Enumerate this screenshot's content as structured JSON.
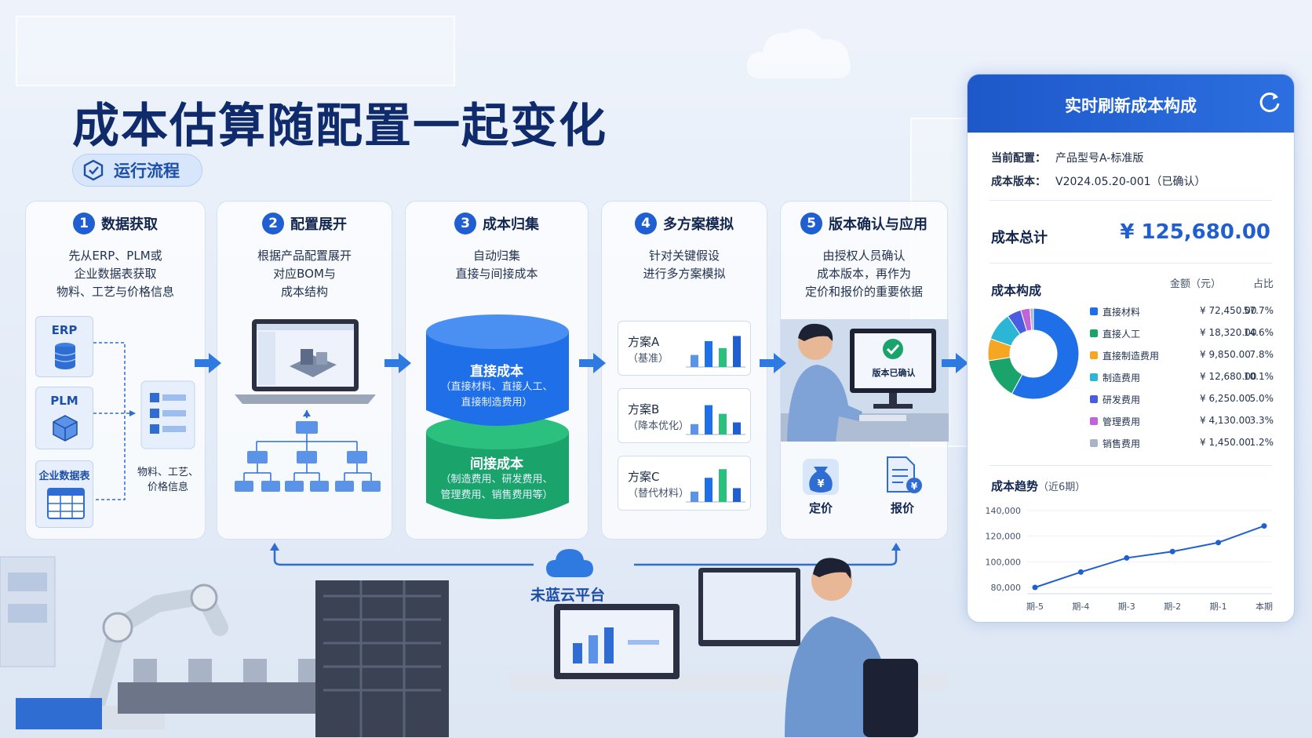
{
  "title": "成本估算随配置一起变化",
  "badge": "运行流程",
  "steps": [
    {
      "num": "1",
      "title": "数据获取",
      "desc": [
        "先从ERP、PLM或",
        "企业数据表获取",
        "物料、工艺与价格信息"
      ]
    },
    {
      "num": "2",
      "title": "配置展开",
      "desc": [
        "根据产品配置展开",
        "对应BOM与",
        "成本结构"
      ]
    },
    {
      "num": "3",
      "title": "成本归集",
      "desc": [
        "自动归集",
        "直接与间接成本"
      ]
    },
    {
      "num": "4",
      "title": "多方案模拟",
      "desc": [
        "针对关键假设",
        "进行多方案模拟"
      ]
    },
    {
      "num": "5",
      "title": "版本确认与应用",
      "desc": [
        "由授权人员确认",
        "成本版本，再作为",
        "定价和报价的重要依据"
      ]
    }
  ],
  "sources": {
    "erp": "ERP",
    "plm": "PLM",
    "sheet": "企业数据表",
    "info": [
      "物料、工艺、",
      "价格信息"
    ]
  },
  "collect": {
    "direct_title": "直接成本",
    "direct_sub": [
      "（直接材料、直接人工、",
      "直接制造费用）"
    ],
    "indirect_title": "间接成本",
    "indirect_sub": [
      "（制造费用、研发费用、",
      "管理费用、销售费用等）"
    ]
  },
  "schemes": [
    {
      "name": "方案A",
      "sub": "（基准）",
      "bars": [
        0.35,
        0.75,
        0.55,
        0.9
      ]
    },
    {
      "name": "方案B",
      "sub": "（降本优化）",
      "bars": [
        0.3,
        0.85,
        0.6,
        0.35
      ]
    },
    {
      "name": "方案C",
      "sub": "（替代材料）",
      "bars": [
        0.3,
        0.7,
        0.95,
        0.4
      ]
    }
  ],
  "confirm": {
    "monitor_text": "版本已确认",
    "pricing": "定价",
    "quote": "报价"
  },
  "cloud_label": "未蓝云平台",
  "panel": {
    "title": "实时刷新成本构成",
    "config_label": "当前配置：",
    "config_value": "产品型号A-标准版",
    "version_label": "成本版本：",
    "version_value": "V2024.05.20-001（已确认）",
    "total_label": "成本总计",
    "total_value": "¥ 125,680.00",
    "composition_label": "成本构成",
    "col_amount": "金额（元）",
    "col_pct": "占比",
    "items": [
      {
        "name": "直接材料",
        "amount": "¥ 72,450.00",
        "pct": "57.7%",
        "value": 57.7,
        "color": "#1f6fe8"
      },
      {
        "name": "直接人工",
        "amount": "¥ 18,320.00",
        "pct": "14.6%",
        "value": 14.6,
        "color": "#1aa36b"
      },
      {
        "name": "直接制造费用",
        "amount": "¥ 9,850.00",
        "pct": "7.8%",
        "value": 7.8,
        "color": "#f5a623"
      },
      {
        "name": "制造费用",
        "amount": "¥ 12,680.00",
        "pct": "10.1%",
        "value": 10.1,
        "color": "#2bb6d6"
      },
      {
        "name": "研发费用",
        "amount": "¥ 6,250.00",
        "pct": "5.0%",
        "value": 5.0,
        "color": "#4a5de0"
      },
      {
        "name": "管理费用",
        "amount": "¥ 4,130.00",
        "pct": "3.3%",
        "value": 3.3,
        "color": "#c064d8"
      },
      {
        "name": "销售费用",
        "amount": "¥ 1,450.00",
        "pct": "1.2%",
        "value": 1.2,
        "color": "#a9b4c6"
      }
    ],
    "trend_label": "成本趋势",
    "trend_sub": "（近6期）"
  },
  "chart_data": {
    "type": "line",
    "title": "成本趋势（近6期）",
    "categories": [
      "期-5",
      "期-4",
      "期-3",
      "期-2",
      "期-1",
      "本期"
    ],
    "values": [
      80000,
      92000,
      103000,
      108000,
      115000,
      128000
    ],
    "yticks": [
      "140,000",
      "120,000",
      "100,000",
      "80,000"
    ],
    "ylim": [
      80000,
      140000
    ],
    "color": "#1f5fd1"
  }
}
